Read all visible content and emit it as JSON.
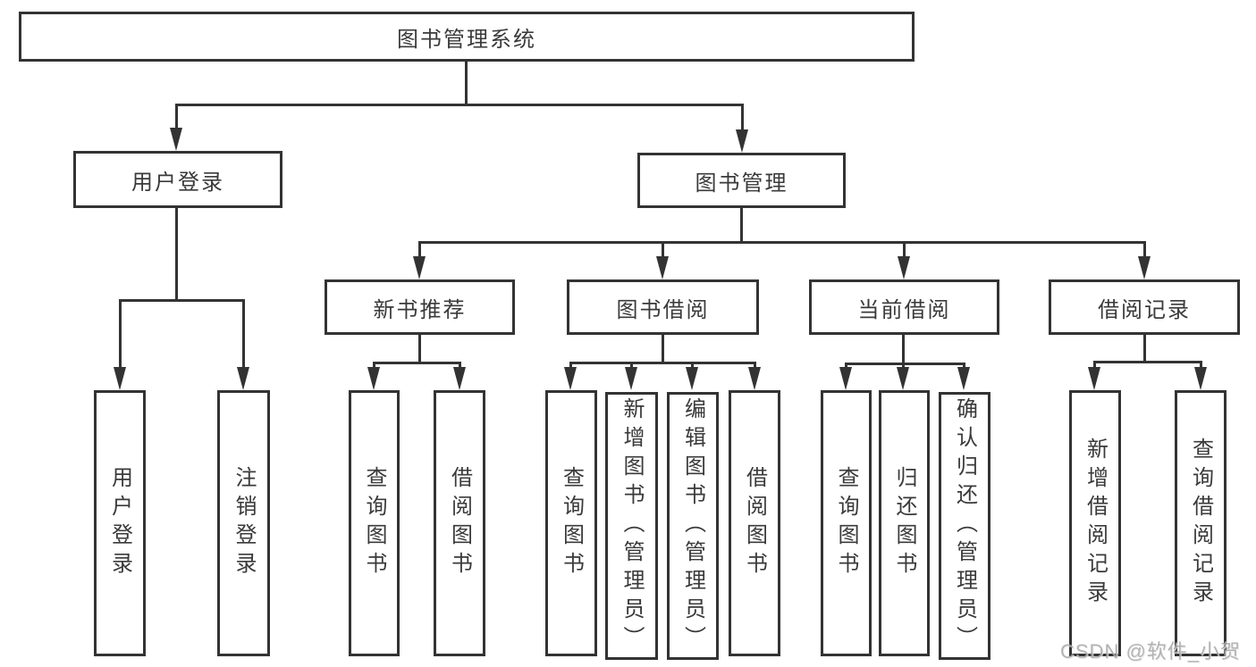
{
  "nodes": {
    "root": "图书管理系统",
    "user_login": "用户登录",
    "book_management": "图书管理",
    "new_book_recommend": "新书推荐",
    "book_borrow": "图书借阅",
    "current_borrow": "当前借阅",
    "borrow_record": "借阅记录",
    "leaf_user_login": "用户登录",
    "leaf_logout": "注销登录",
    "leaf_nbr_query": "查询图书",
    "leaf_nbr_borrow": "借阅图书",
    "leaf_bb_query": "查询图书",
    "leaf_bb_add": "新增图书（管理员）",
    "leaf_bb_edit": "编辑图书（管理员）",
    "leaf_bb_borrow": "借阅图书",
    "leaf_cb_query": "查询图书",
    "leaf_cb_return": "归还图书",
    "leaf_cb_confirm": "确认归还（管理员）",
    "leaf_br_add": "新增借阅记录",
    "leaf_br_query": "查询借阅记录"
  },
  "watermark": "CSDN @软件_小贺同学",
  "colors": {
    "line": "#333333",
    "text": "#3a3a3a",
    "watermark": "#a6a6a6",
    "background": "#ffffff"
  }
}
